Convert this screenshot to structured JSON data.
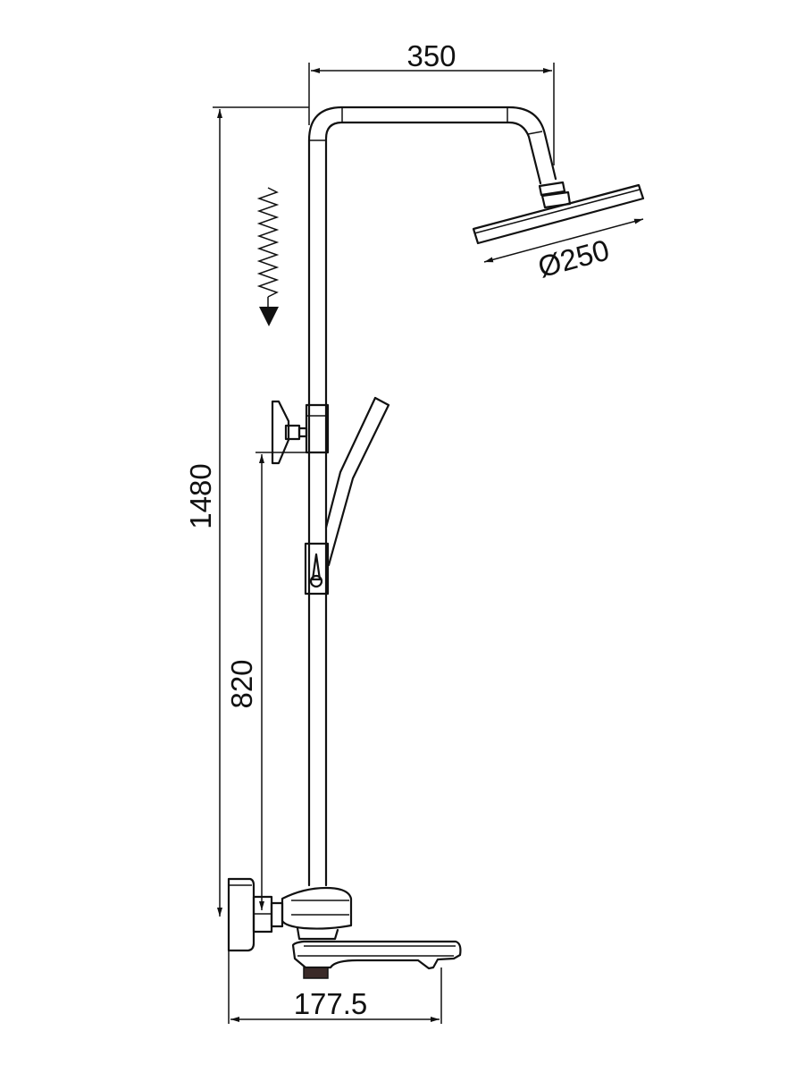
{
  "dimensions": {
    "arm_reach": "350",
    "head_diameter": "Ø250",
    "total_height": "1480",
    "mixer_to_slider": "820",
    "spout_depth": "177.5"
  },
  "colors": {
    "line": "#111111",
    "background": "#ffffff"
  },
  "icons": [
    "water-flow-arrow-icon"
  ]
}
